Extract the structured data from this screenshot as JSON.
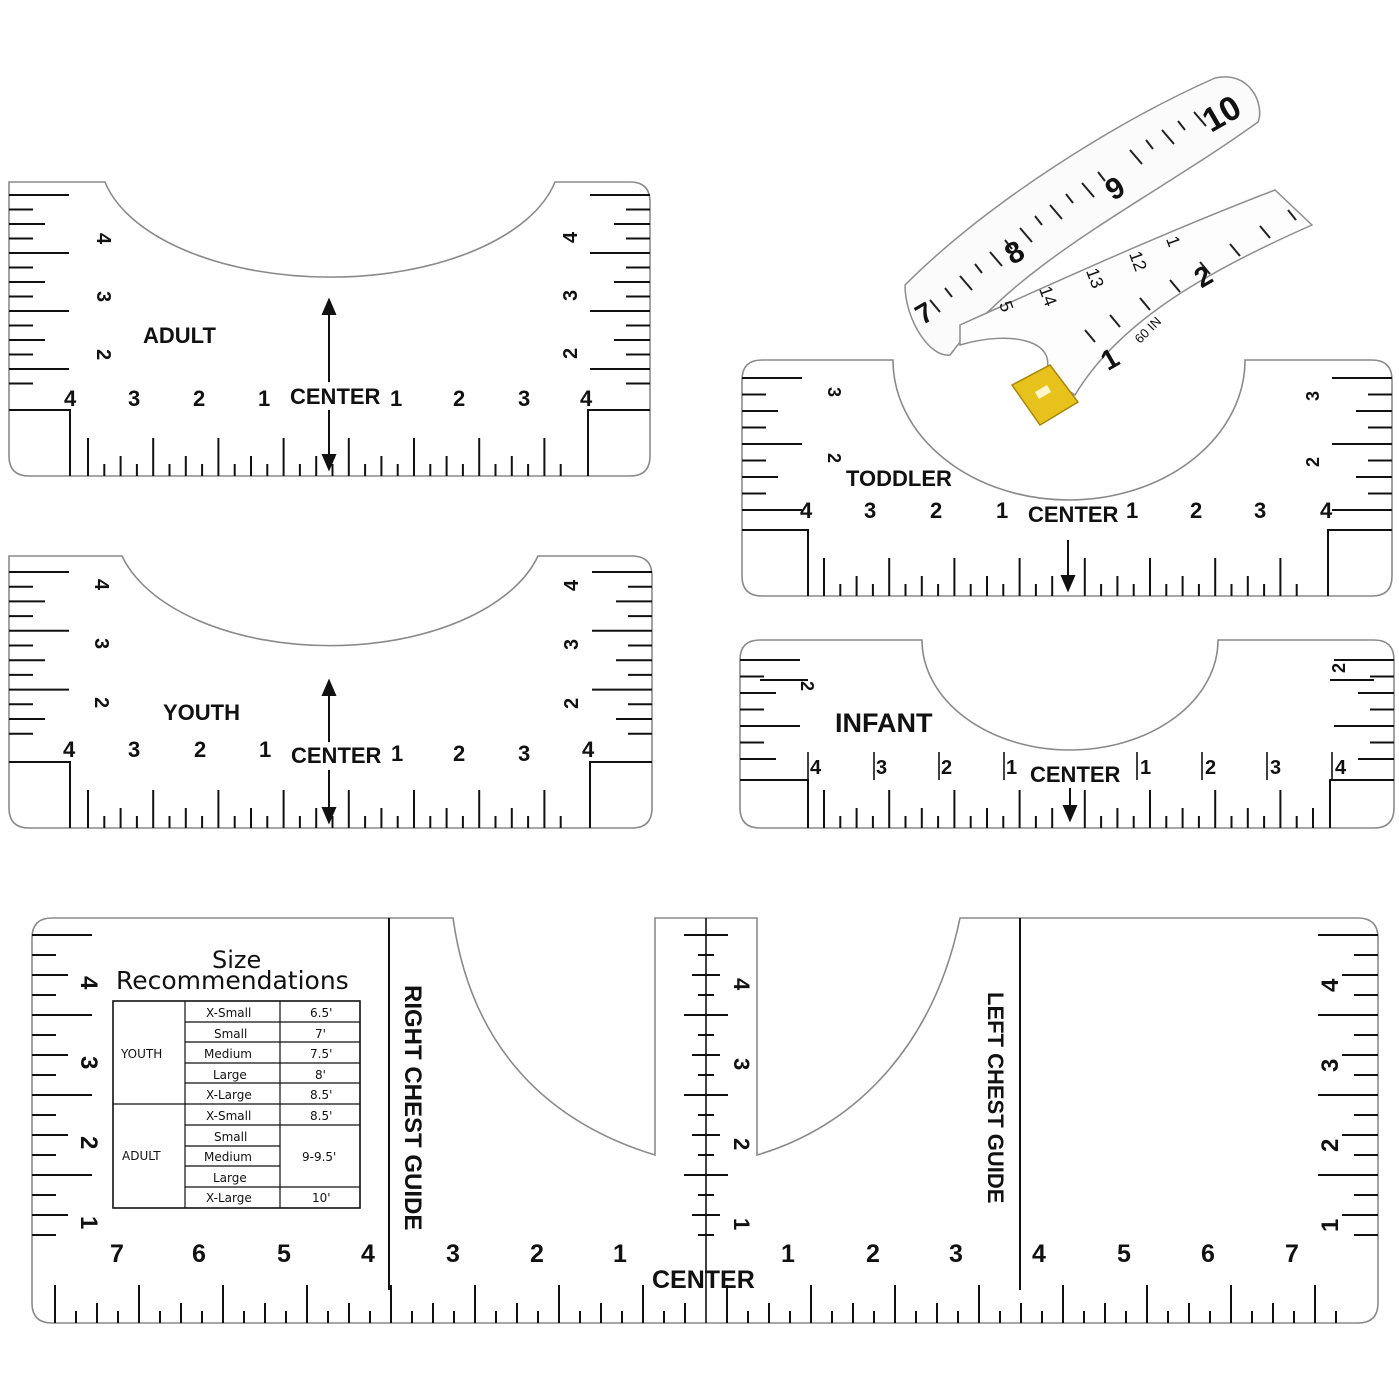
{
  "rulers": {
    "adult": {
      "label": "ADULT",
      "center": "CENTER",
      "bottom_numbers": [
        "4",
        "3",
        "2",
        "1",
        "1",
        "2",
        "3",
        "4"
      ],
      "side_numbers": [
        "4",
        "3",
        "2"
      ]
    },
    "youth": {
      "label": "YOUTH",
      "center": "CENTER",
      "bottom_numbers": [
        "4",
        "3",
        "2",
        "1",
        "1",
        "2",
        "3",
        "4"
      ],
      "side_numbers": [
        "4",
        "3",
        "2"
      ]
    },
    "toddler": {
      "label": "TODDLER",
      "center": "CENTER",
      "bottom_numbers": [
        "4",
        "3",
        "2",
        "1",
        "1",
        "2",
        "3",
        "4"
      ],
      "side_numbers": [
        "3",
        "2"
      ]
    },
    "infant": {
      "label": "INFANT",
      "center": "CENTER",
      "bottom_numbers": [
        "4",
        "3",
        "2",
        "1",
        "1",
        "2",
        "3",
        "4"
      ],
      "side_numbers": [
        "2"
      ]
    },
    "chest": {
      "center": "CENTER",
      "right_chest": "RIGHT CHEST GUIDE",
      "left_chest": "LEFT CHEST GUIDE",
      "bottom_numbers": [
        "7",
        "6",
        "5",
        "4",
        "3",
        "2",
        "1",
        "1",
        "2",
        "3",
        "4",
        "5",
        "6",
        "7"
      ],
      "side_numbers": [
        "4",
        "3",
        "2",
        "1"
      ]
    }
  },
  "size_table": {
    "title_line1": "Size",
    "title_line2": "Recommendations",
    "groups": [
      {
        "name": "YOUTH",
        "rows": [
          {
            "size": "X-Small",
            "value": "6.5'"
          },
          {
            "size": "Small",
            "value": "7'"
          },
          {
            "size": "Medium",
            "value": "7.5'"
          },
          {
            "size": "Large",
            "value": "8'"
          },
          {
            "size": "X-Large",
            "value": "8.5'"
          }
        ]
      },
      {
        "name": "ADULT",
        "rows": [
          {
            "size": "X-Small",
            "value": "8.5'"
          },
          {
            "size": "Small",
            "value": ""
          },
          {
            "size": "Medium",
            "value": "9-9.5'"
          },
          {
            "size": "Large",
            "value": ""
          },
          {
            "size": "X-Large",
            "value": "10'"
          }
        ]
      }
    ]
  },
  "tape_measure": {
    "numbers": [
      "10",
      "9",
      "8",
      "7",
      "5",
      "14",
      "13",
      "12",
      "1",
      "2",
      "1"
    ],
    "unit_label": "60 IN",
    "tab_color": "#e8c21c"
  },
  "colors": {
    "outline": "#8a8a8a",
    "ink": "#111111",
    "tape": "#fafafa"
  }
}
